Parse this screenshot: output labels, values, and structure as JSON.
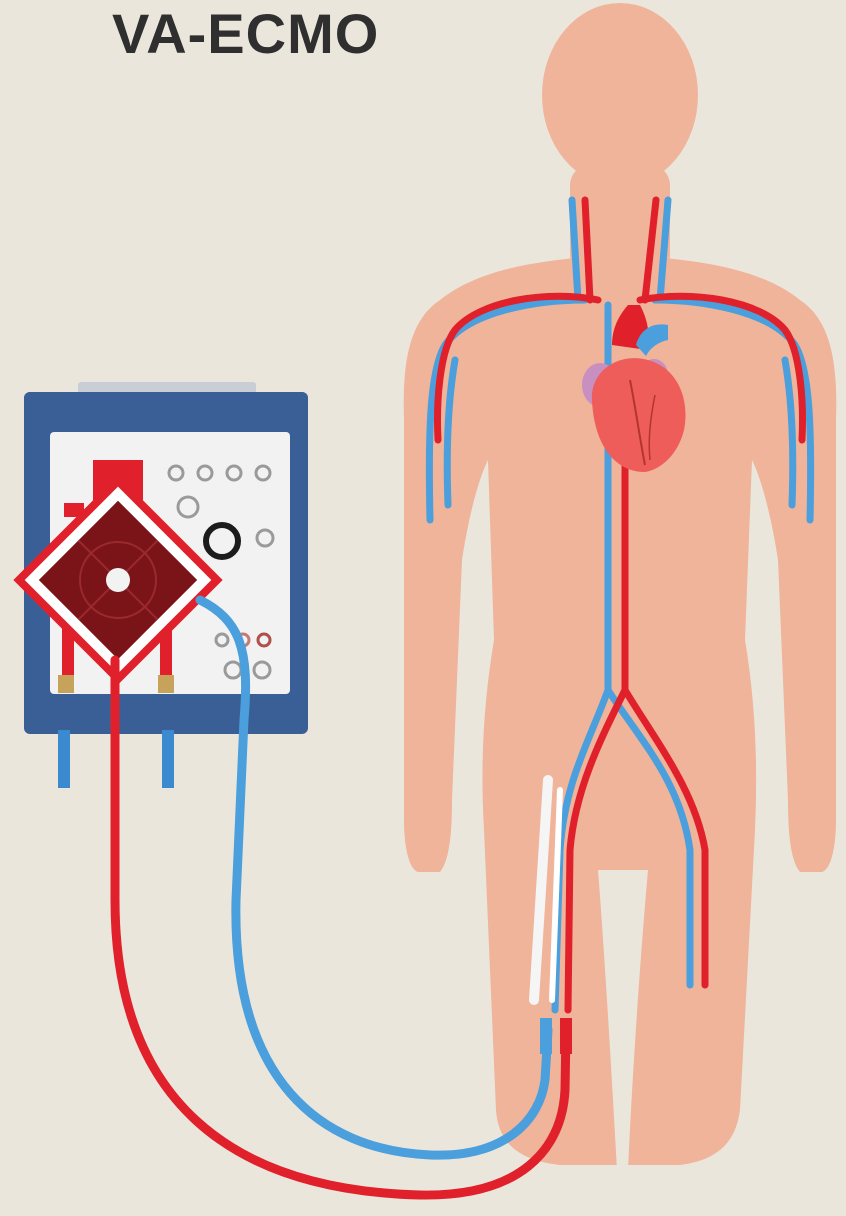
{
  "title": "VA-ECMO",
  "colors": {
    "background": "#ebe6dc",
    "skin": "#efb49a",
    "arterial": "#e0202a",
    "venous": "#4a9fdc",
    "machine_frame": "#3a5f96",
    "oxygenator": "#7b1418",
    "heart": "#ee5d5a"
  },
  "icons": {
    "machine": "ecmo-console",
    "oxygenator": "oxygenator",
    "heart": "heart",
    "body": "human-silhouette"
  }
}
